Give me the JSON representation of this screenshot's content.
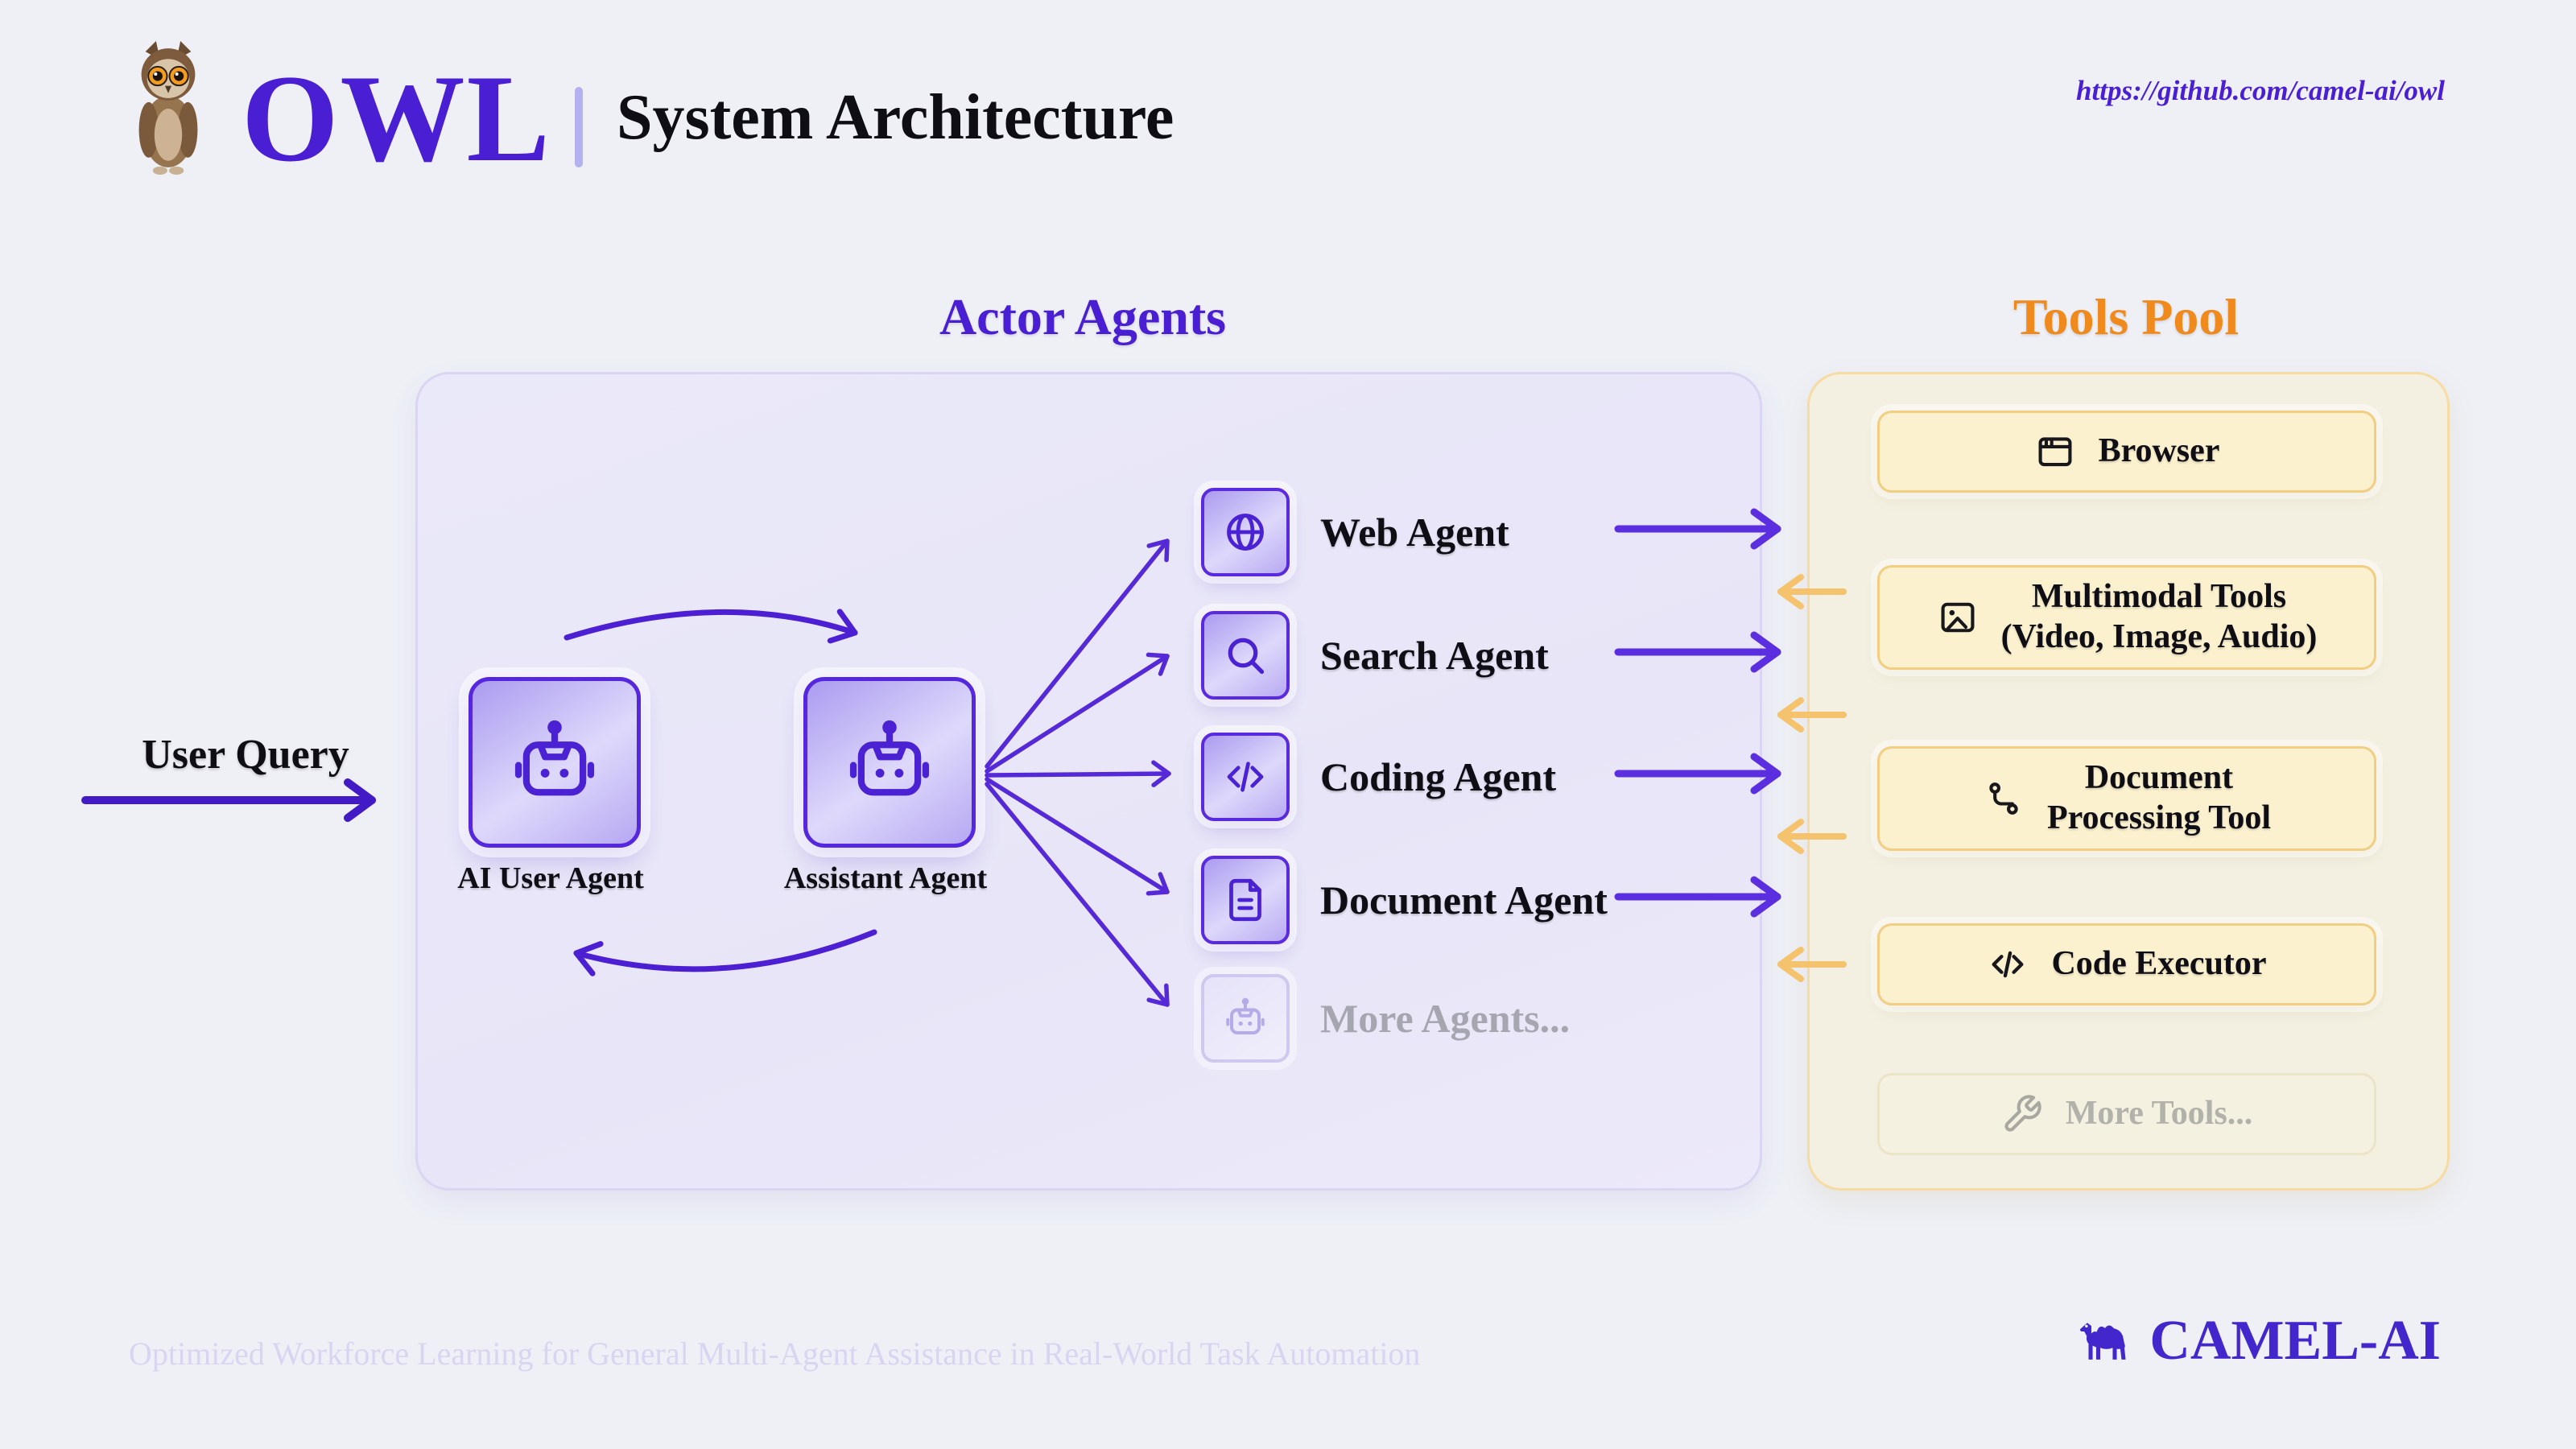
{
  "colors": {
    "purple": "#4a1ed2",
    "purple_arrow": "#5b2ee0",
    "orange_title": "#f08a1c",
    "orange_arrow": "#f5c36d",
    "background": "#eef0f6",
    "actor_box_bg": "#e9e8f8",
    "tools_box_bg": "#f3f0e2",
    "tool_card_bg": "#fbf1cf",
    "agent_tile_border": "#5a2ae0"
  },
  "header": {
    "logo_text": "OWL",
    "title": "System Architecture",
    "url": "https://github.com/camel-ai/owl"
  },
  "actor_section": {
    "title": "Actor Agents",
    "user_query_label": "User Query",
    "core_agents": [
      {
        "label": "AI User Agent",
        "icon": "robot-icon"
      },
      {
        "label": "Assistant Agent",
        "icon": "robot-icon"
      }
    ],
    "sub_agents": [
      {
        "label": "Web Agent",
        "icon": "globe-icon",
        "muted": false
      },
      {
        "label": "Search Agent",
        "icon": "search-icon",
        "muted": false
      },
      {
        "label": "Coding Agent",
        "icon": "code-icon",
        "muted": false
      },
      {
        "label": "Document Agent",
        "icon": "file-text-icon",
        "muted": false
      },
      {
        "label": "More Agents...",
        "icon": "robot-icon",
        "muted": true
      }
    ]
  },
  "tools_section": {
    "title": "Tools Pool",
    "tools": [
      {
        "lines": [
          "Browser"
        ],
        "icon": "browser-window-icon",
        "muted": false
      },
      {
        "lines": [
          "Multimodal Tools",
          "(Video, Image, Audio)"
        ],
        "icon": "image-icon",
        "muted": false
      },
      {
        "lines": [
          "Document",
          "Processing Tool"
        ],
        "icon": "route-icon",
        "muted": false
      },
      {
        "lines": [
          "Code Executor"
        ],
        "icon": "code-icon",
        "muted": false
      },
      {
        "lines": [
          "More Tools..."
        ],
        "icon": "wrench-icon",
        "muted": true
      }
    ]
  },
  "footer": {
    "tagline": "Optimized Workforce Learning for General Multi-Agent Assistance in Real-World Task Automation",
    "brand": "CAMEL-AI"
  }
}
